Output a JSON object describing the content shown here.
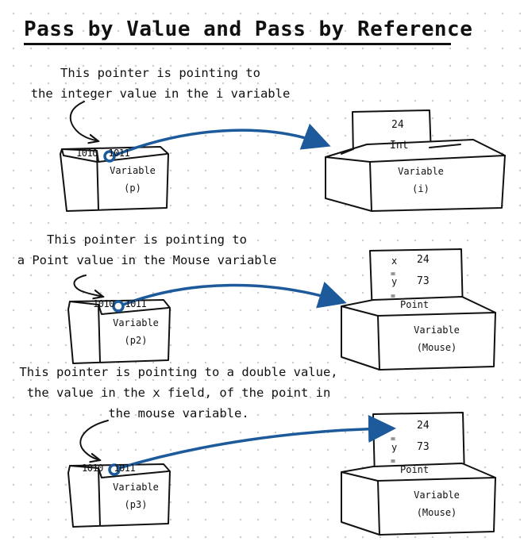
{
  "title": "Pass by Value and Pass by Reference",
  "examples": [
    {
      "caption": [
        "This pointer is pointing to",
        "the integer value in the i variable"
      ],
      "pointer": {
        "bits": "1010",
        "bits2": "1011",
        "label": "Variable",
        "name": "(p)"
      },
      "target": {
        "value": "24",
        "type": "Int",
        "label": "Variable",
        "name": "(i)"
      }
    },
    {
      "caption": [
        "This pointer is pointing to",
        "a Point value in the Mouse variable"
      ],
      "pointer": {
        "bits": "1010",
        "bits2": "1011",
        "label": "Variable",
        "name": "(p2)"
      },
      "target": {
        "x_label": "x",
        "x_value": "24",
        "y_label": "y",
        "y_value": "73",
        "eq": "=",
        "type": "Point",
        "label": "Variable",
        "name": "(Mouse)"
      }
    },
    {
      "caption": [
        "This pointer is pointing to a double value,",
        "the value in the x field, of the point in",
        "the mouse variable."
      ],
      "pointer": {
        "bits": "1010",
        "bits2": "1011",
        "label": "Variable",
        "name": "(p3)"
      },
      "target": {
        "x_value": "24",
        "y_label": "y",
        "y_value": "73",
        "eq": "=",
        "type": "Point",
        "label": "Variable",
        "name": "(Mouse)"
      }
    }
  ],
  "colors": {
    "arrow": "#1d5a9b",
    "ink": "#111111",
    "card": "#ffffff"
  }
}
